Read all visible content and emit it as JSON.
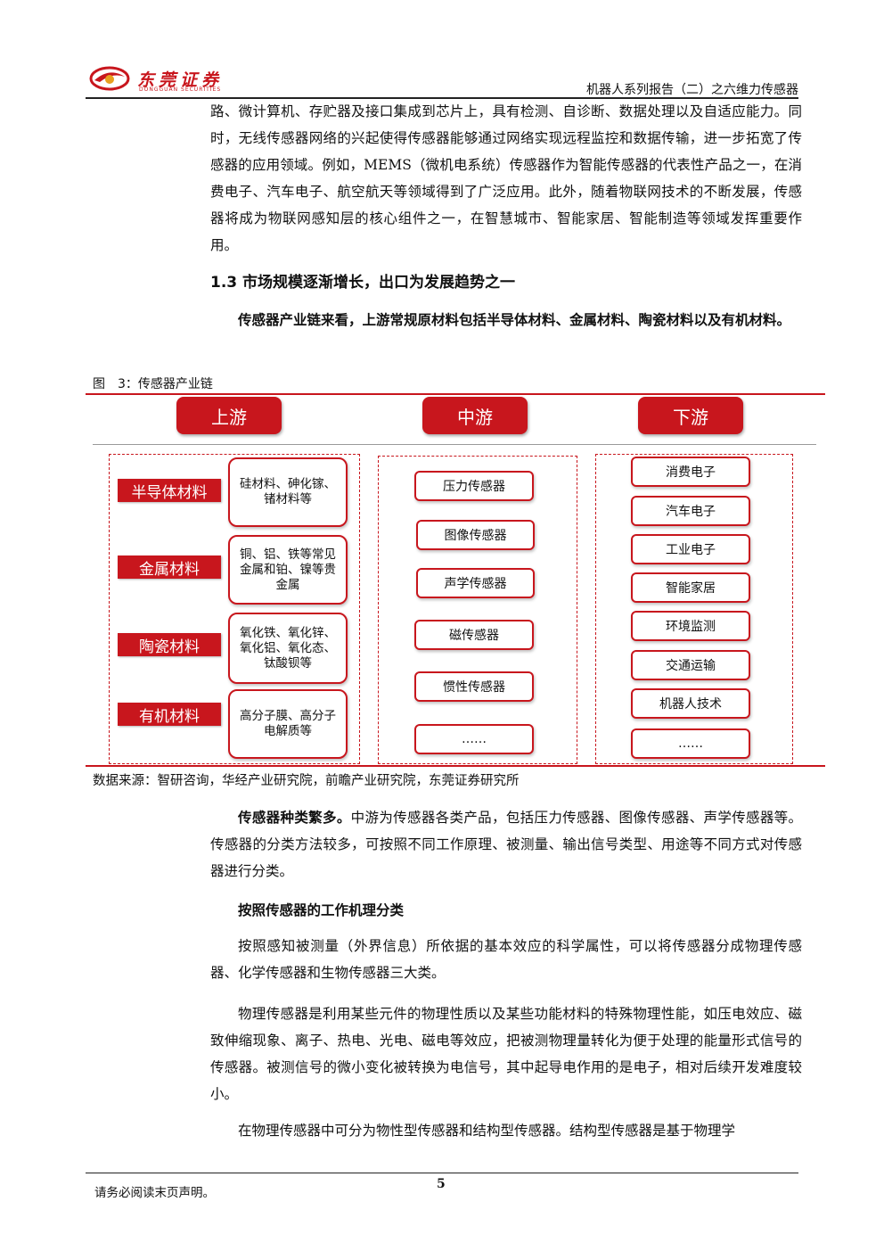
{
  "header": {
    "logo_text": "东莞证券",
    "logo_sub": "DONGGUAN SECURITIES",
    "report_title": "机器人系列报告（二）之六维力传感器",
    "brand_color": "#c8161d"
  },
  "intro_paragraph": "路、微计算机、存贮器及接口集成到芯片上，具有检测、自诊断、数据处理以及自适应能力。同时，无线传感器网络的兴起使得传感器能够通过网络实现远程监控和数据传输，进一步拓宽了传感器的应用领域。例如，MEMS（微机电系统）传感器作为智能传感器的代表性产品之一，在消费电子、汽车电子、航空航天等领域得到了广泛应用。此外，随着物联网技术的不断发展，传感器将成为物联网感知层的核心组件之一，在智慧城市、智能家居、智能制造等领域发挥重要作用。",
  "section_heading": "1.3 市场规模逐渐增长，出口为发展趋势之一",
  "lead_paragraph": "传感器产业链来看，上游常规原材料包括半导体材料、金属材料、陶瓷材料以及有机材料。",
  "figure": {
    "caption": "图　3：传感器产业链",
    "stages": [
      "上游",
      "中游",
      "下游"
    ],
    "upstream": [
      {
        "label": "半导体材料",
        "desc": "硅材料、砷化镓、锗材料等"
      },
      {
        "label": "金属材料",
        "desc": "铜、铝、铁等常见金属和铂、镍等贵金属"
      },
      {
        "label": "陶瓷材料",
        "desc": "氧化铁、氧化锌、氧化铝、氧化态、钛酸钡等"
      },
      {
        "label": "有机材料",
        "desc": "高分子膜、高分子电解质等"
      }
    ],
    "midstream": [
      "压力传感器",
      "图像传感器",
      "声学传感器",
      "磁传感器",
      "惯性传感器",
      "……"
    ],
    "downstream": [
      "消费电子",
      "汽车电子",
      "工业电子",
      "智能家居",
      "环境监测",
      "交通运输",
      "机器人技术",
      "……"
    ],
    "source": "数据来源：智研咨询，华经产业研究院，前瞻产业研究院，东莞证券研究所"
  },
  "para_types_bold": "传感器种类繁多。",
  "para_types": "中游为传感器各类产品，包括压力传感器、图像传感器、声学传感器等。传感器的分类方法较多，可按照不同工作原理、被测量、输出信号类型、用途等不同方式对传感器进行分类。",
  "subheading": "按照传感器的工作机理分类",
  "para_mechanism": "按照感知被测量（外界信息）所依据的基本效应的科学属性，可以将传感器分成物理传感器、化学传感器和生物传感器三大类。",
  "para_physical": "物理传感器是利用某些元件的物理性质以及某些功能材料的特殊物理性能，如压电效应、磁致伸缩现象、离子、热电、光电、磁电等效应，把被测物理量转化为便于处理的能量形式信号的传感器。被测信号的微小变化被转换为电信号，其中起导电作用的是电子，相对后续开发难度较小。",
  "para_last": "在物理传感器中可分为物性型传感器和结构型传感器。结构型传感器是基于物理学",
  "footer": {
    "note": "请务必阅读末页声明。",
    "page_number": "5"
  }
}
